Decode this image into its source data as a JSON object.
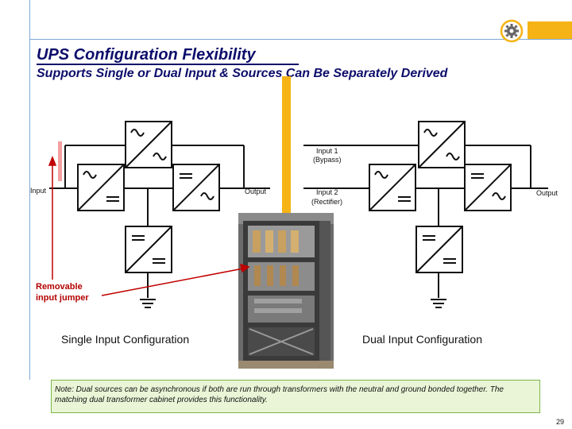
{
  "slide": {
    "title": "UPS Configuration Flexibility",
    "subtitle": "Supports Single or Dual Input & Sources Can Be Separately Derived",
    "page_number": "29",
    "accent_color": "#f5b315",
    "title_color": "#0d0d6b"
  },
  "single": {
    "input_label": "Input",
    "output_label": "Output",
    "caption": "Single Input Configuration",
    "jumper_label_line1": "Removable",
    "jumper_label_line2": "input jumper"
  },
  "dual": {
    "input1_line1": "Input 1",
    "input1_line2": "(Bypass)",
    "input2_line1": "Input 2",
    "input2_line2": "(Rectifier)",
    "output_label": "Output",
    "caption": "Dual Input Configuration"
  },
  "note": {
    "text": "Note: Dual sources can be asynchronous if both are run through transformers with the neutral and ground bonded together. The matching dual transformer cabinet provides this functionality."
  },
  "icons": [
    "gear-icon",
    "ground-icon",
    "ac-wave-icon",
    "dc-icon"
  ]
}
